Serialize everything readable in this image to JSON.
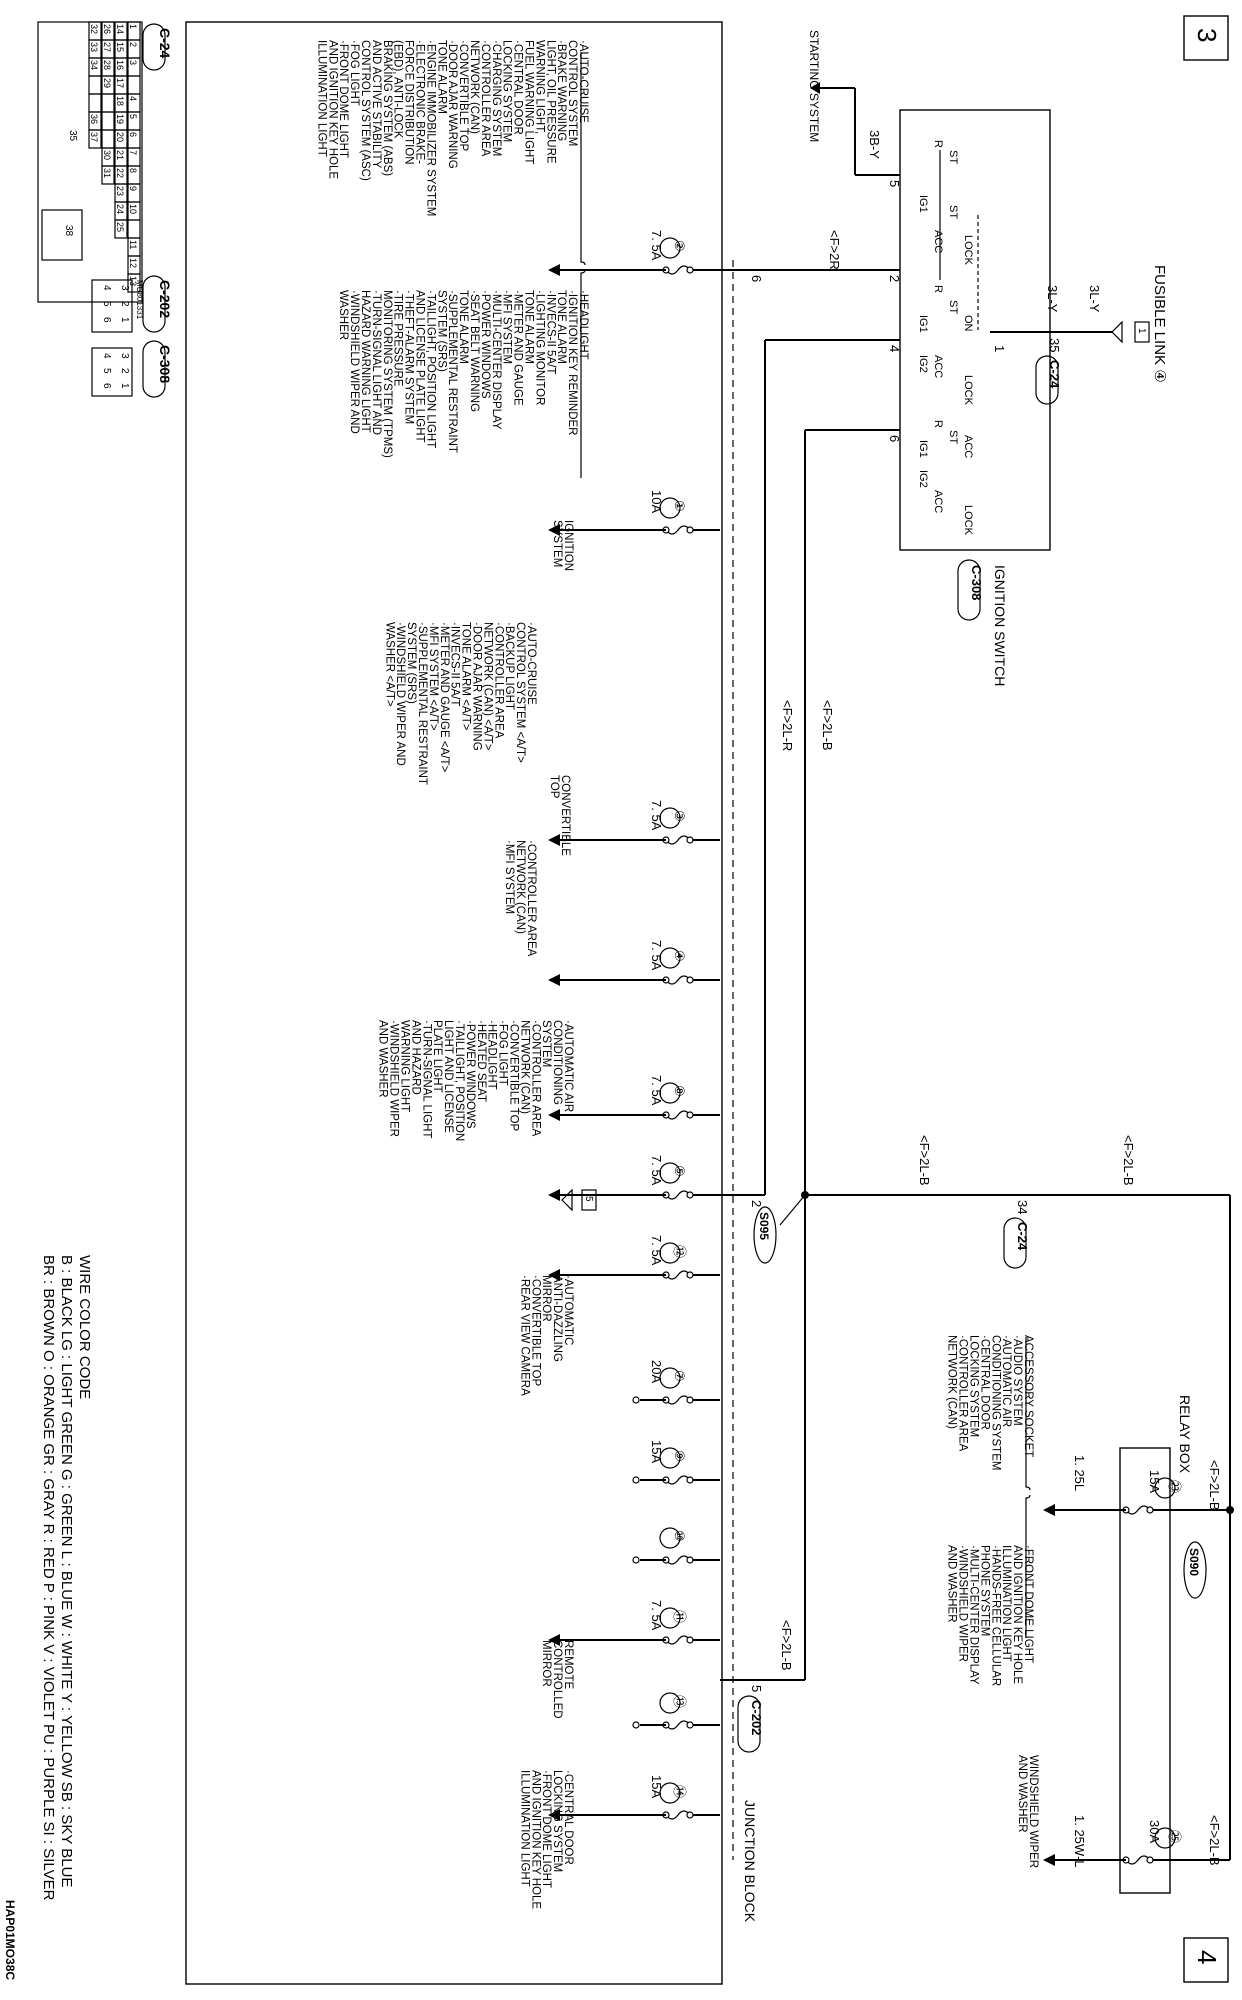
{
  "page_number_top": "3",
  "page_number_bottom": "4",
  "diagram_code": "HAP01MO38C",
  "starting_system": "STARTING SYSTEM",
  "fusible_link": "FUSIBLE LINK ④",
  "junction_block": "JUNCTION BLOCK",
  "relay_box": "RELAY BOX",
  "ignition_switch": {
    "title": "IGNITION SWITCH",
    "connector": "C-308"
  },
  "wires": {
    "w3LY_a": "3L-Y",
    "w3LY_b": "3L-Y",
    "w3BY": "3B-Y",
    "wF2R": "<F>2R",
    "wF2LB_a": "<F>2L-B",
    "wF2LR": "<F>2L-R",
    "wF2LB_b": "<F>2L-B",
    "wF2LB_c": "<F>2L-B",
    "wF2LB_d": "<F>2L-B",
    "wF2LB_e": "<F>2L-B",
    "w125L": "1. 25L",
    "w125WL": "1. 25W-L"
  },
  "connectors": {
    "c24_top": "C-24",
    "c24_mid": "C-24",
    "c202": "C-202",
    "pin35": "35",
    "pin34": "34",
    "pin5": "5",
    "pin2_jb": "2",
    "pin1_ig": "1",
    "pin2_ig": "2",
    "pin4_ig": "4",
    "pin6_ig": "6",
    "pin5_ig": "5",
    "pin6_jb": "6"
  },
  "splices": {
    "s095": "S095",
    "s090": "S090"
  },
  "switch_labels": {
    "st": "ST",
    "lock": "LOCK",
    "on": "ON",
    "acc": "ACC",
    "ig1": "IG1",
    "ig2": "IG2",
    "r": "R"
  },
  "fuses_jb": [
    {
      "num": "②",
      "rating": "7. 5A"
    },
    {
      "num": "①",
      "rating": "10A"
    },
    {
      "num": "③",
      "rating": "7. 5A"
    },
    {
      "num": "④",
      "rating": "7. 5A"
    },
    {
      "num": "⑧",
      "rating": "7. 5A"
    },
    {
      "num": "⑤",
      "rating": "7. 5A"
    },
    {
      "num": "⑫",
      "rating": "7. 5A"
    },
    {
      "num": "⑦",
      "rating": "20A"
    },
    {
      "num": "⑨",
      "rating": "15A"
    },
    {
      "num": "⑩",
      "rating": ""
    },
    {
      "num": "⑪",
      "rating": "7. 5A"
    },
    {
      "num": "⑬",
      "rating": ""
    },
    {
      "num": "⑭",
      "rating": "15A"
    }
  ],
  "fuses_relay": [
    {
      "num": "㉓",
      "rating": "15A"
    },
    {
      "num": "㉕",
      "rating": "30A"
    }
  ],
  "ground_symbols": {
    "g1": "1",
    "g5": "5"
  },
  "circuit_lists": {
    "fuse2_a": [
      "·AUTO-CRUISE",
      "CONTROL SYSTEM",
      "·BRAKE WARNING",
      "LIGHT, OIL PRESSURE",
      "WARNING LIGHT,",
      "FUEL WARNING LIGHT",
      "·CENTRAL DOOR",
      "LOCKING SYSTEM",
      "·CHARGING SYSTEM",
      "·CONTROLLER AREA",
      "NETWORK (CAN)",
      "·CONVERTIBLE TOP",
      "·DOOR AJAR WARNING",
      "TONE ALARM",
      "·ENGINE IMMOBILIZER SYSTEM",
      "·ELECTRONIC BRAKE-",
      "FORCE DISTRIBUTION",
      "(EBD), ANTI-LOCK",
      "BRAKING SYSTEM (ABS)",
      "AND ACTIVE STABILITY",
      "CONTROL SYSTEM (ASC)",
      "·FOG LIGHT",
      "·FRONT DOME LIGHT",
      "AND IGNITION KEY HOLE",
      "ILLUMINATION LIGHT"
    ],
    "fuse2_b": [
      "·HEADLIGHT",
      "·IGNITION KEY REMINDER",
      "TONE ALARM",
      "·INVECS-II 5A/T",
      "·LIGHTING MONITOR",
      "TONE ALARM",
      "·METER AND GAUGE",
      "·MFI SYSTEM",
      "·MULTI-CENTER DISPLAY",
      "·POWER WINDOWS",
      "·SEAT BELT WARNING",
      "TONE ALARM",
      "·SUPPLEMENTAL RESTRAINT",
      "SYSTEM (SRS)",
      "·TAILLIGHT, POSITION LIGHT",
      "AND LICENSE PLATE LIGHT",
      "·THEFT-ALARM SYSTEM",
      "·TIRE PRESSURE",
      "MONITORING SYSTEM (TPMS)",
      "·TURN-SIGNAL LIGHT AND",
      "HAZARD WARNING LIGHT",
      "·WINDSHIELD WIPER AND",
      "WASHER"
    ],
    "fuse1": [
      "IGNITION",
      "SYSTEM"
    ],
    "fuse3": [
      "·AUTO-CRUISE",
      "CONTROL SYSTEM <A/T>",
      "·BACKUP LIGHT",
      "·CONTROLLER AREA",
      "NETWORK (CAN) <A/T>",
      "·DOOR AJAR WARNING",
      "TONE ALARM <A/T>",
      "·INVECS-II 5A/T",
      "·METER AND GAUGE <A/T>",
      "·MFI SYSTEM <A/T>",
      "·SUPPLEMENTAL RESTRAINT",
      "SYSTEM (SRS)",
      "·WINDSHIELD WIPER AND",
      "WASHER <A/T>"
    ],
    "fuse4": [
      "CONVERTIBLE",
      "TOP"
    ],
    "fuse8": [
      "·CONTROLLER AREA",
      "NETWORK (CAN)",
      "·MFI SYSTEM"
    ],
    "fuse5": [
      "·AUTOMATIC AIR",
      "CONDITIONING",
      "SYSTEM",
      "·CONTROLLER AREA",
      "NETWORK (CAN)",
      "·CONVERTIBLE TOP",
      "·FOG LIGHT",
      "·HEADLIGHT",
      "·HEATED SEAT",
      "·POWER WINDOWS",
      "·TAILLIGHT, POSITION",
      "LIGHT AND LICENSE",
      "PLATE LIGHT",
      "·TURN-SIGNAL LIGHT",
      "AND HAZARD",
      "WARNING LIGHT",
      "·WINDSHIELD WIPER",
      "AND WASHER"
    ],
    "fuse12": [
      "·AUTOMATIC",
      "ANTI-DAZZLING",
      "MIRROR",
      "·CONVERTIBLE TOP",
      "·REAR VIEW CAMERA"
    ],
    "fuse11": [
      "REMOTE",
      "CONTROLLED",
      "MIRROR"
    ],
    "fuse14": [
      "·CENTRAL DOOR",
      "LOCKING SYSTEM",
      "·FRONT DOME LIGHT",
      "AND IGNITION KEY HOLE",
      "ILLUMINATION LIGHT"
    ],
    "relay23_a": [
      "ACCESSORY SOCKET",
      "·AUDIO SYSTEM",
      "·AUTOMATIC AIR",
      "CONDITIONING SYSTEM",
      "·CENTRAL DOOR",
      "LOCKING SYSTEM",
      "·CONTROLLER AREA",
      "NETWORK (CAN)"
    ],
    "relay23_b": [
      "·FRONT DOME LIGHT",
      "AND IGNITION KEY HOLE",
      "ILLUMINATION LIGHT",
      "·HANDS-FREE CELLULAR",
      "PHONE SYSTEM",
      "·MULTI-CENTER DISPLAY",
      "·WINDSHIELD WIPER",
      "AND WASHER"
    ],
    "relay25": [
      "WINDSHIELD WIPER",
      "AND WASHER"
    ]
  },
  "connector_views": {
    "c24_title": "C-24",
    "c24_row1": [
      "1",
      "2",
      "3",
      "",
      "4",
      "5",
      "6",
      "7",
      "8",
      "9",
      "10",
      "",
      "11",
      "12",
      "13"
    ],
    "c24_row2": [
      "14",
      "15",
      "16",
      "17",
      "18",
      "19",
      "20",
      "21",
      "22",
      "23",
      "24",
      "25"
    ],
    "c24_row3": [
      "26",
      "27",
      "28",
      "29",
      "",
      "",
      "",
      "30",
      "31"
    ],
    "c24_row4": [
      "32",
      "33",
      "34",
      "",
      "",
      "36",
      "37"
    ],
    "c24_big": [
      "35",
      "38"
    ],
    "c202_title": "C-202",
    "c202_part": "MU801331",
    "c202_pins": [
      "1",
      "2",
      "3",
      "4",
      "5",
      "6"
    ],
    "c308_title": "C-308",
    "c308_pins": [
      "1",
      "2",
      "3",
      "4",
      "5",
      "6"
    ]
  },
  "wire_color_code": {
    "title": "WIRE COLOR CODE",
    "line1": "B : BLACK   LG : LIGHT GREEN   G : GREEN   L : BLUE   W : WHITE   Y : YELLOW   SB : SKY BLUE",
    "line2": "BR : BROWN   O : ORANGE   GR : GRAY   R : RED   P : PINK   V : VIOLET   PU : PURPLE   SI : SILVER"
  }
}
